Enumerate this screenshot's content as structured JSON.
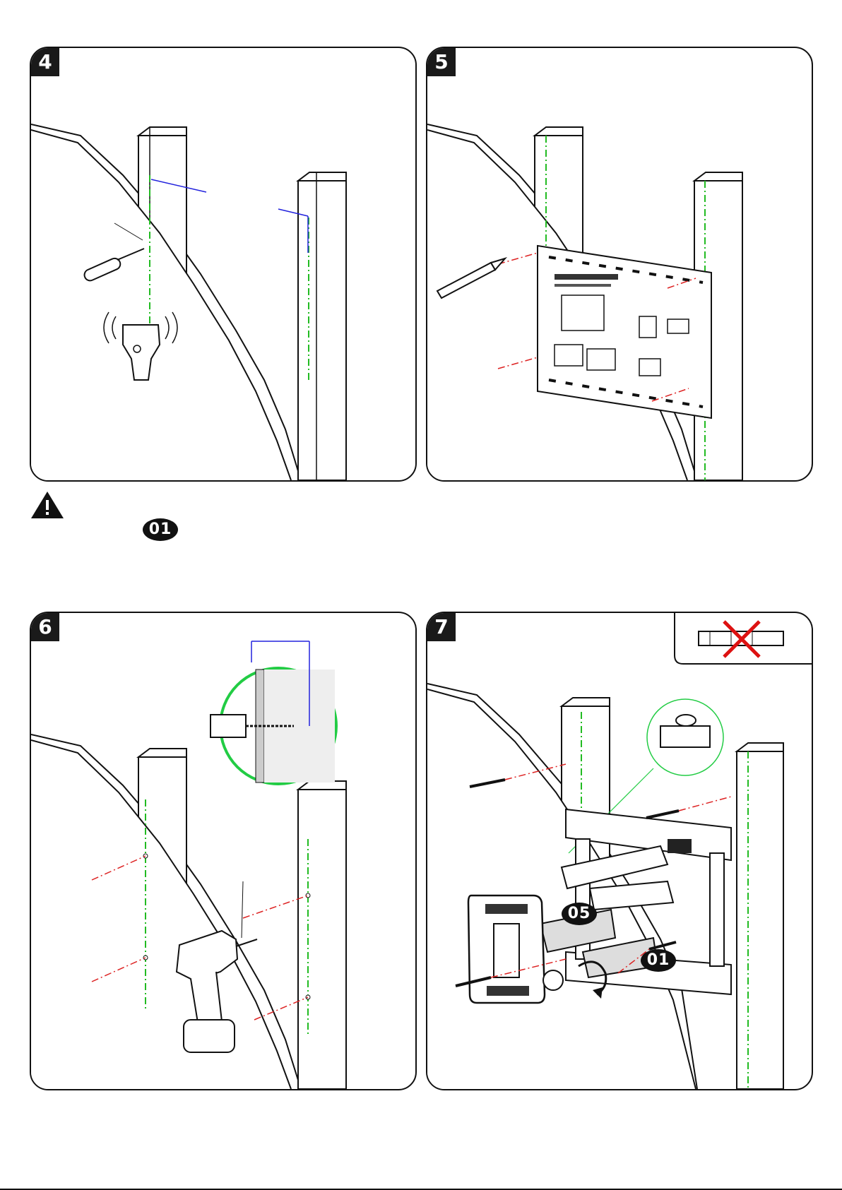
{
  "steps": [
    {
      "number": "4",
      "name": "locate-studs"
    },
    {
      "number": "5",
      "name": "mark-holes-with-template"
    },
    {
      "number": "6",
      "name": "drill-pilot-holes"
    },
    {
      "number": "7",
      "name": "attach-wall-plate"
    }
  ],
  "parts": {
    "warning_part": "01",
    "step7_part_a": "05",
    "step7_part_b": "01"
  },
  "colors": {
    "stud_center_line": "#22bb22",
    "hole_mark_line": "#dd2222",
    "dimension_line": "#2222dd",
    "no_anchor_cross": "#dd1111"
  },
  "icons": [
    "stud-finder-icon",
    "awl-icon",
    "pencil-icon",
    "drill-icon",
    "lag-bolt-icon",
    "warning-icon",
    "no-drywall-anchor-icon",
    "rotate-arrow-icon"
  ]
}
